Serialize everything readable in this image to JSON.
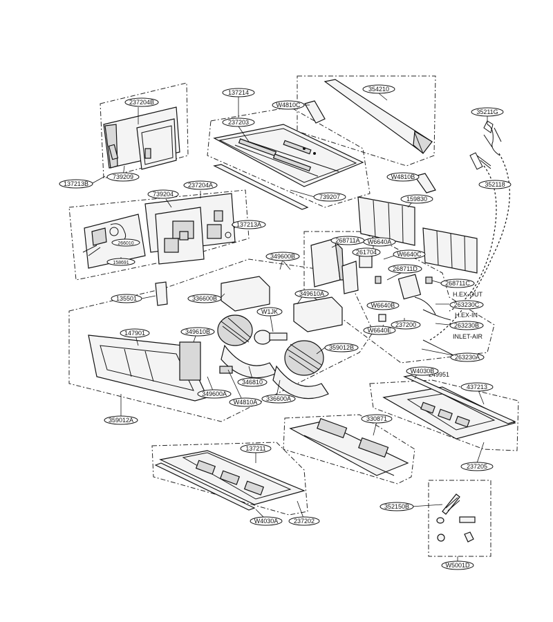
{
  "parts": [
    {
      "id": "p137214",
      "label": "137214"
    },
    {
      "id": "p237203",
      "label": "237203"
    },
    {
      "id": "p739207",
      "label": "739207"
    },
    {
      "id": "p354210",
      "label": "354210"
    },
    {
      "id": "pW4810C",
      "label": "W4810C"
    },
    {
      "id": "pW4810B",
      "label": "W4810B"
    },
    {
      "id": "p35211G",
      "label": "35211G"
    },
    {
      "id": "p352118",
      "label": "352118"
    },
    {
      "id": "p237204B",
      "label": "237204B"
    },
    {
      "id": "p739209",
      "label": "739209"
    },
    {
      "id": "p137213B",
      "label": "137213B"
    },
    {
      "id": "p739204",
      "label": "739204"
    },
    {
      "id": "p237204A",
      "label": "237204A"
    },
    {
      "id": "p137213A",
      "label": "137213A"
    },
    {
      "id": "p266010",
      "label": "266010"
    },
    {
      "id": "p158691",
      "label": "158691"
    },
    {
      "id": "p159830",
      "label": "159830"
    },
    {
      "id": "p268711A",
      "label": "268711A"
    },
    {
      "id": "pW6640A",
      "label": "W6640A"
    },
    {
      "id": "p261704",
      "label": "261704"
    },
    {
      "id": "pW6640C",
      "label": "W6640C"
    },
    {
      "id": "p268711D",
      "label": "268711D"
    },
    {
      "id": "p268711C",
      "label": "268711C"
    },
    {
      "id": "p263230C",
      "label": "263230C"
    },
    {
      "id": "p263230B",
      "label": "263230B"
    },
    {
      "id": "p263230A",
      "label": "263230A"
    },
    {
      "id": "p249951",
      "label": "249951"
    },
    {
      "id": "pW6640B",
      "label": "W6640B"
    },
    {
      "id": "p237200",
      "label": "237200"
    },
    {
      "id": "pW6640E",
      "label": "W6640E"
    },
    {
      "id": "p349600B",
      "label": "349600B"
    },
    {
      "id": "p135501",
      "label": "135501"
    },
    {
      "id": "p336600B",
      "label": "336600B"
    },
    {
      "id": "p349610A",
      "label": "349610A"
    },
    {
      "id": "pW1JK",
      "label": "W1JK"
    },
    {
      "id": "p147901",
      "label": "147901"
    },
    {
      "id": "p349610B",
      "label": "349610B"
    },
    {
      "id": "p359012B",
      "label": "359012B"
    },
    {
      "id": "p346810",
      "label": "346810"
    },
    {
      "id": "p349600A",
      "label": "349600A"
    },
    {
      "id": "pW4810A",
      "label": "W4810A"
    },
    {
      "id": "p336600A",
      "label": "336600A"
    },
    {
      "id": "p359012A",
      "label": "359012A"
    },
    {
      "id": "pW4030B",
      "label": "W4030B"
    },
    {
      "id": "p437213",
      "label": "437213"
    },
    {
      "id": "p237205",
      "label": "237205"
    },
    {
      "id": "p330871",
      "label": "330871"
    },
    {
      "id": "p137211",
      "label": "137211"
    },
    {
      "id": "pW4030A",
      "label": "W4030A"
    },
    {
      "id": "p237202",
      "label": "237202"
    },
    {
      "id": "p352150B",
      "label": "352150B"
    },
    {
      "id": "pW5001D",
      "label": "W5001D"
    }
  ],
  "annotations": {
    "hex_out": "H.EX-OUT",
    "hex_in": "H.EX-IN",
    "inlet_air": "INLET-AIR"
  }
}
